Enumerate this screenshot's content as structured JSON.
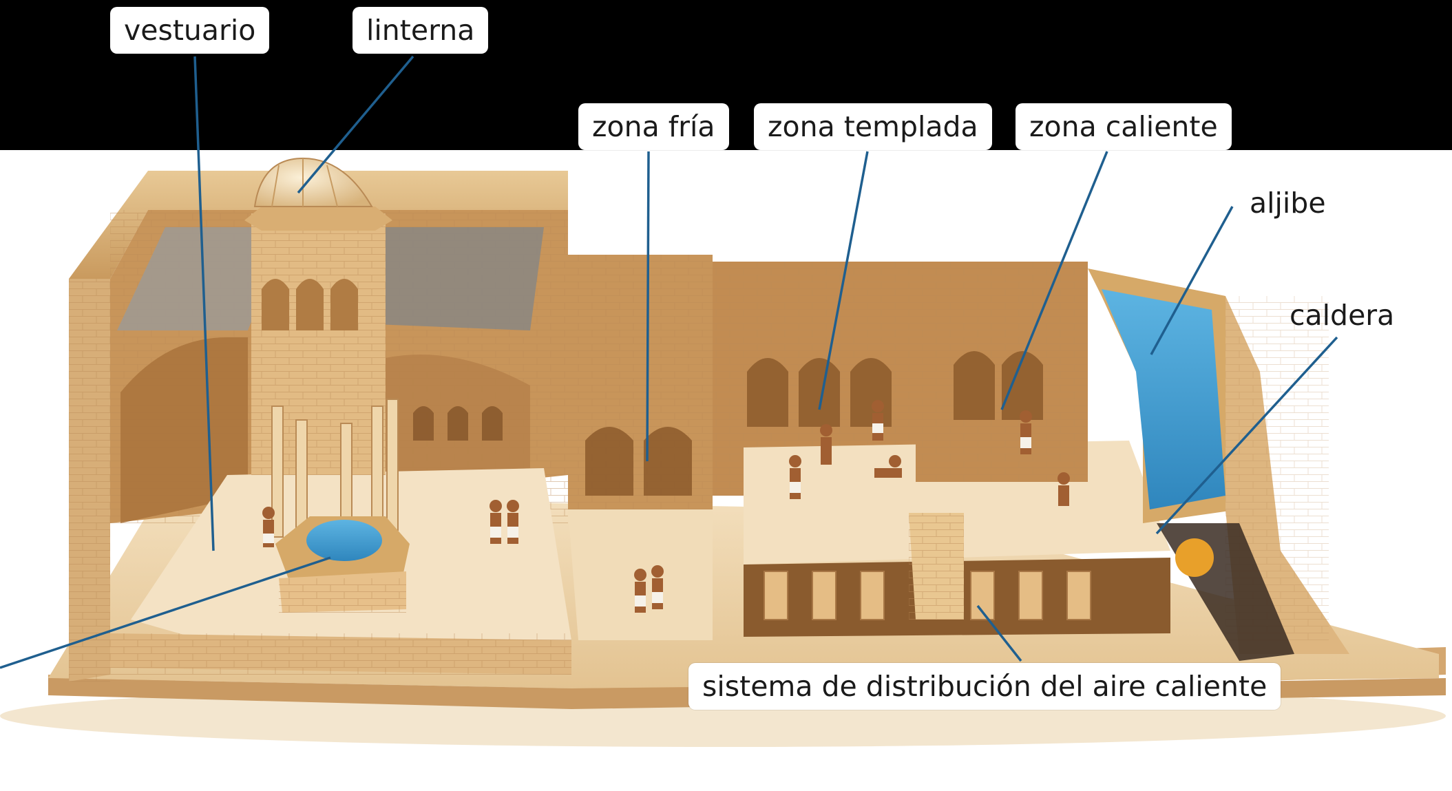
{
  "labels": {
    "vestuario": "vestuario",
    "linterna": "linterna",
    "zona_fria": "zona fría",
    "zona_templada": "zona templada",
    "zona_caliente": "zona caliente",
    "aljibe": "aljibe",
    "caldera": "caldera",
    "sistema": "sistema de distribución del aire caliente"
  },
  "colors": {
    "stone_light": "#f0d9b0",
    "stone_mid": "#d9b27a",
    "stone_dark": "#b07c44",
    "water": "#4fa3d4",
    "leader": "#1f5f8f",
    "band": "#000000"
  }
}
